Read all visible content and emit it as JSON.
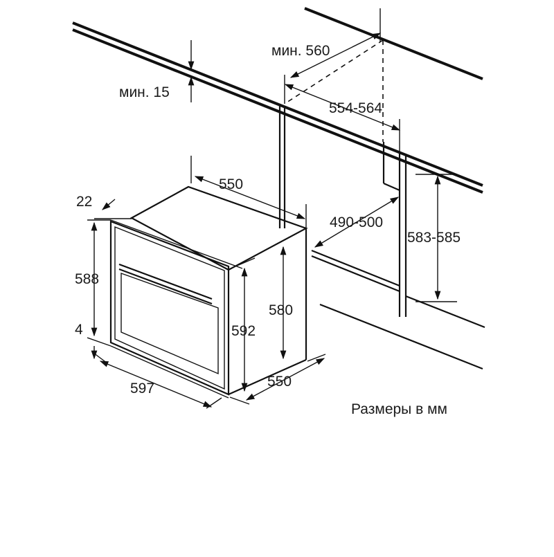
{
  "diagram": {
    "dimensions": {
      "min_560": "мин. 560",
      "min_15": "мин. 15",
      "range_554_564": "554-564",
      "width_550_top": "550",
      "offset_22": "22",
      "depth_490_500": "490-500",
      "height_583_585": "583-585",
      "height_588": "588",
      "height_580": "580",
      "height_592": "592",
      "gap_4": "4",
      "width_597": "597",
      "depth_550_bottom": "550"
    },
    "note": "Размеры в мм",
    "colors": {
      "line": "#111111",
      "background": "#ffffff"
    }
  }
}
